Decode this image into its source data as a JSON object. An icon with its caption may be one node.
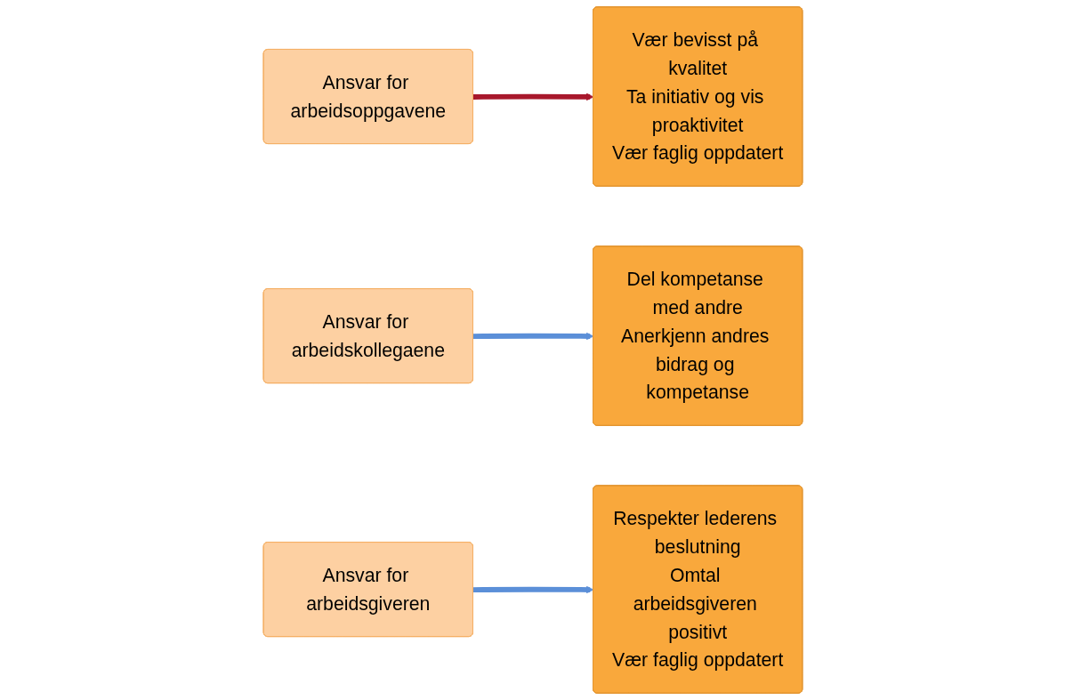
{
  "diagram": {
    "nodes": [
      {
        "text": [
          "Ansvar for arbeidsoppgavene"
        ]
      },
      {
        "text": [
          "Vær bevisst på kvalitet",
          "Ta initiativ og vis proaktivitet",
          "Vær faglig oppdatert"
        ]
      },
      {
        "text": [
          "Ansvar for arbeidskollegaene"
        ]
      },
      {
        "text": [
          "Del kompetanse med andre",
          "Anerkjenn andres bidrag og kompetanse"
        ]
      },
      {
        "text": [
          "Ansvar for arbeidsgiveren"
        ]
      },
      {
        "text": [
          "Respekter lederens beslutning",
          "Omtal arbeidsgiveren positivt",
          "Vær faglig oppdatert"
        ]
      }
    ],
    "edges": [
      {
        "from": 0,
        "to": 1,
        "arrow": "to",
        "color": "#a8182c"
      },
      {
        "from": 2,
        "to": 3,
        "arrow": "to"
      },
      {
        "from": 4,
        "to": 5,
        "arrow": "to"
      }
    ]
  }
}
